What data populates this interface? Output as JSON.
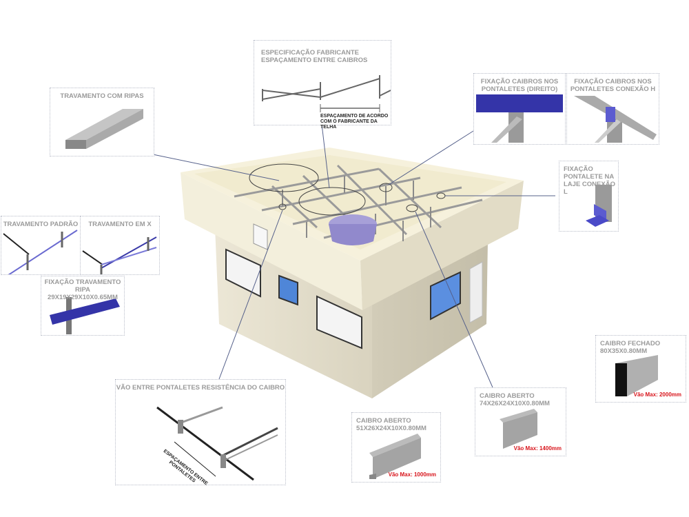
{
  "panels": {
    "travamento_ripas": {
      "title": "TRAVAMENTO COM RIPAS"
    },
    "especificacao": {
      "title": "ESPECIFICAÇÃO FABRICANTE\nESPAÇAMENTO ENTRE CAIBROS",
      "note": "ESPAÇAMENTO DE ACORDO\nCOM O FABRICANTE DA TELHA"
    },
    "fixacao_direito": {
      "title": "FIXAÇÃO CAIBROS NOS\nPONTALETES (DIREITO)"
    },
    "fixacao_h": {
      "title": "FIXAÇÃO CAIBROS NOS\nPONTALETES CONEXÃO H"
    },
    "fixacao_l": {
      "title": "FIXAÇÃO PONTALETE NA\nLAJE CONEXÃO L"
    },
    "travamento_padrao": {
      "title": "TRAVAMENTO PADRÃO"
    },
    "travamento_x": {
      "title": "TRAVAMENTO EM X"
    },
    "fixacao_ripa": {
      "title": "FIXAÇÃO TRAVAMENTO\nRIPA 29X19X29X10X0.65MM"
    },
    "vao_pontaletes": {
      "title": "VÃO ENTRE PONTALETES RESISTÊNCIA DO CAIBRO",
      "note": "ESPAÇAMENTO ENTRE\nPONTALETES"
    },
    "caibro_51": {
      "title": "CAIBRO ABERTO\n51X26X24X10X0.80MM",
      "vao": "Vão Max: 1000mm"
    },
    "caibro_74": {
      "title": "CAIBRO ABERTO\n74X26X24X10X0.80MM",
      "vao": "Vão Max: 1400mm"
    },
    "caibro_fechado": {
      "title": "CAIBRO FECHADO\n80X35X0.80MM",
      "vao": "Vão Max: 2000mm"
    }
  },
  "colors": {
    "accent_blue": "#3a3aa8",
    "red": "#d8141b",
    "wall": "#efeadb",
    "steel": "#a8a8a8"
  }
}
